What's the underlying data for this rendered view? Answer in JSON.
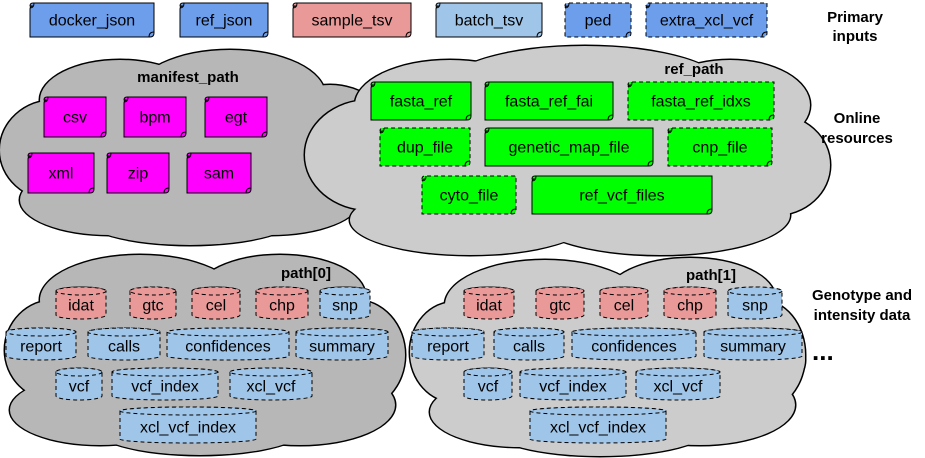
{
  "colors": {
    "blue": "#6d9eeb",
    "pink": "#ea9999",
    "lightblue": "#9fc5e8",
    "green": "#00ff00",
    "magenta": "#ff00ff",
    "cloud_gray": "#b7b7b7",
    "cloud_light": "#cccccc"
  },
  "primary_inputs": {
    "label_line1": "Primary",
    "label_line2": "inputs",
    "items": [
      {
        "label": "docker_json",
        "fill": "#6d9eeb",
        "dashed": false
      },
      {
        "label": "ref_json",
        "fill": "#6d9eeb",
        "dashed": false
      },
      {
        "label": "sample_tsv",
        "fill": "#ea9999",
        "dashed": false
      },
      {
        "label": "batch_tsv",
        "fill": "#9fc5e8",
        "dashed": false
      },
      {
        "label": "ped",
        "fill": "#6d9eeb",
        "dashed": true
      },
      {
        "label": "extra_xcl_vcf",
        "fill": "#6d9eeb",
        "dashed": true
      }
    ]
  },
  "online_resources": {
    "label_line1": "Online",
    "label_line2": "resources",
    "manifest": {
      "title": "manifest_path",
      "items": [
        "csv",
        "bpm",
        "egt",
        "xml",
        "zip",
        "sam"
      ]
    },
    "ref": {
      "title": "ref_path",
      "items": [
        "fasta_ref",
        "fasta_ref_fai",
        "fasta_ref_idxs",
        "dup_file",
        "genetic_map_file",
        "cnp_file",
        "cyto_file",
        "ref_vcf_files"
      ],
      "dashed": [
        false,
        false,
        true,
        true,
        false,
        true,
        true,
        false
      ]
    }
  },
  "genotype": {
    "label_line1": "Genotype and",
    "label_line2": "intensity data",
    "ellipsis": "...",
    "paths": [
      {
        "title": "path[0]",
        "row1": [
          {
            "label": "idat",
            "fill": "#ea9999"
          },
          {
            "label": "gtc",
            "fill": "#ea9999"
          },
          {
            "label": "cel",
            "fill": "#ea9999"
          },
          {
            "label": "chp",
            "fill": "#ea9999"
          },
          {
            "label": "snp",
            "fill": "#9fc5e8"
          }
        ],
        "row2": [
          "report",
          "calls",
          "confidences",
          "summary"
        ],
        "row3": [
          "vcf",
          "vcf_index",
          "xcl_vcf"
        ],
        "row4": [
          "xcl_vcf_index"
        ]
      },
      {
        "title": "path[1]",
        "row1": [
          {
            "label": "idat",
            "fill": "#ea9999"
          },
          {
            "label": "gtc",
            "fill": "#ea9999"
          },
          {
            "label": "cel",
            "fill": "#ea9999"
          },
          {
            "label": "chp",
            "fill": "#ea9999"
          },
          {
            "label": "snp",
            "fill": "#9fc5e8"
          }
        ],
        "row2": [
          "report",
          "calls",
          "confidences",
          "summary"
        ],
        "row3": [
          "vcf",
          "vcf_index",
          "xcl_vcf"
        ],
        "row4": [
          "xcl_vcf_index"
        ]
      }
    ]
  }
}
